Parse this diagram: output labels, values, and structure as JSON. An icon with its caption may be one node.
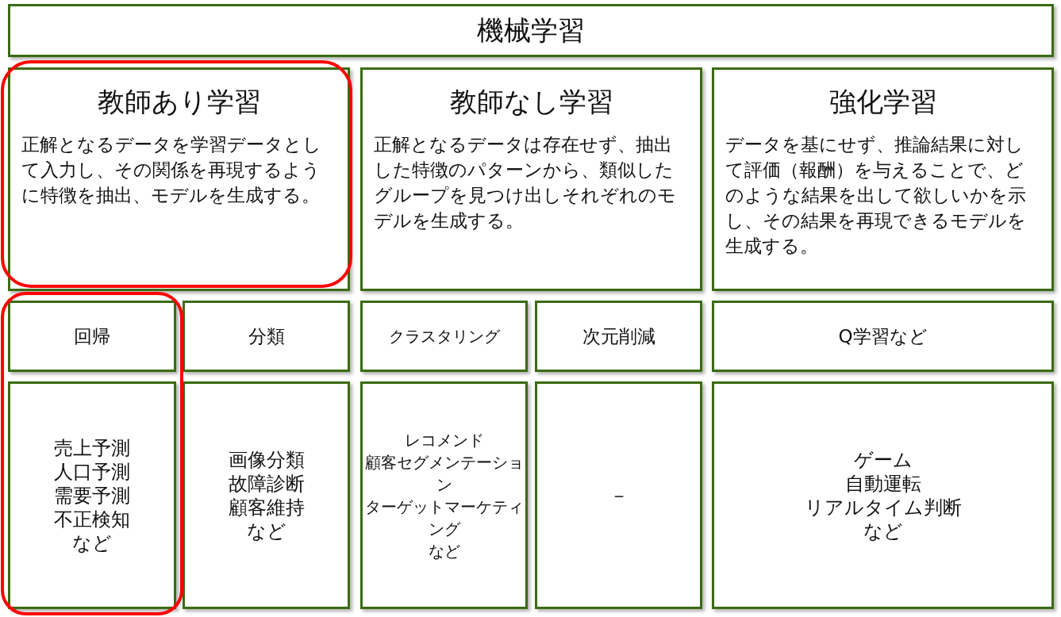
{
  "diagram": {
    "nodes": [
      {
        "text": [
          "機械学習"
        ]
      },
      {
        "text": [
          "教師あり学習",
          "正解となるデータを学習データとして入力し、その関係を再現するように特徴を抽出、モデルを生成する。"
        ]
      },
      {
        "text": [
          "教師なし学習",
          "正解となるデータは存在せず、抽出した特徴のパターンから、類似したグループを見つけ出しそれぞれのモデルを生成する。"
        ]
      },
      {
        "text": [
          "強化学習",
          "データを基にせず、推論結果に対して評価（報酬）を与えることで、どのような結果を出して欲しいかを示し、その結果を再現できるモデルを生成する。"
        ]
      },
      {
        "text": [
          "回帰"
        ]
      },
      {
        "text": [
          "分類"
        ]
      },
      {
        "text": [
          "クラスタリング"
        ]
      },
      {
        "text": [
          "次元削減"
        ]
      },
      {
        "text": [
          "Q学習など"
        ]
      },
      {
        "text": [
          "売上予測",
          "人口予測",
          "需要予測",
          "不正検知",
          "など"
        ]
      },
      {
        "text": [
          "画像分類",
          "故障診断",
          "顧客維持",
          "など"
        ]
      },
      {
        "text": [
          "レコメンド",
          "顧客セグメンテーション",
          "ターゲットマーケティング",
          "など"
        ]
      },
      {
        "text": [
          "－"
        ]
      },
      {
        "text": [
          "ゲーム",
          "自動運転",
          "リアルタイム判断",
          "など"
        ]
      }
    ]
  }
}
